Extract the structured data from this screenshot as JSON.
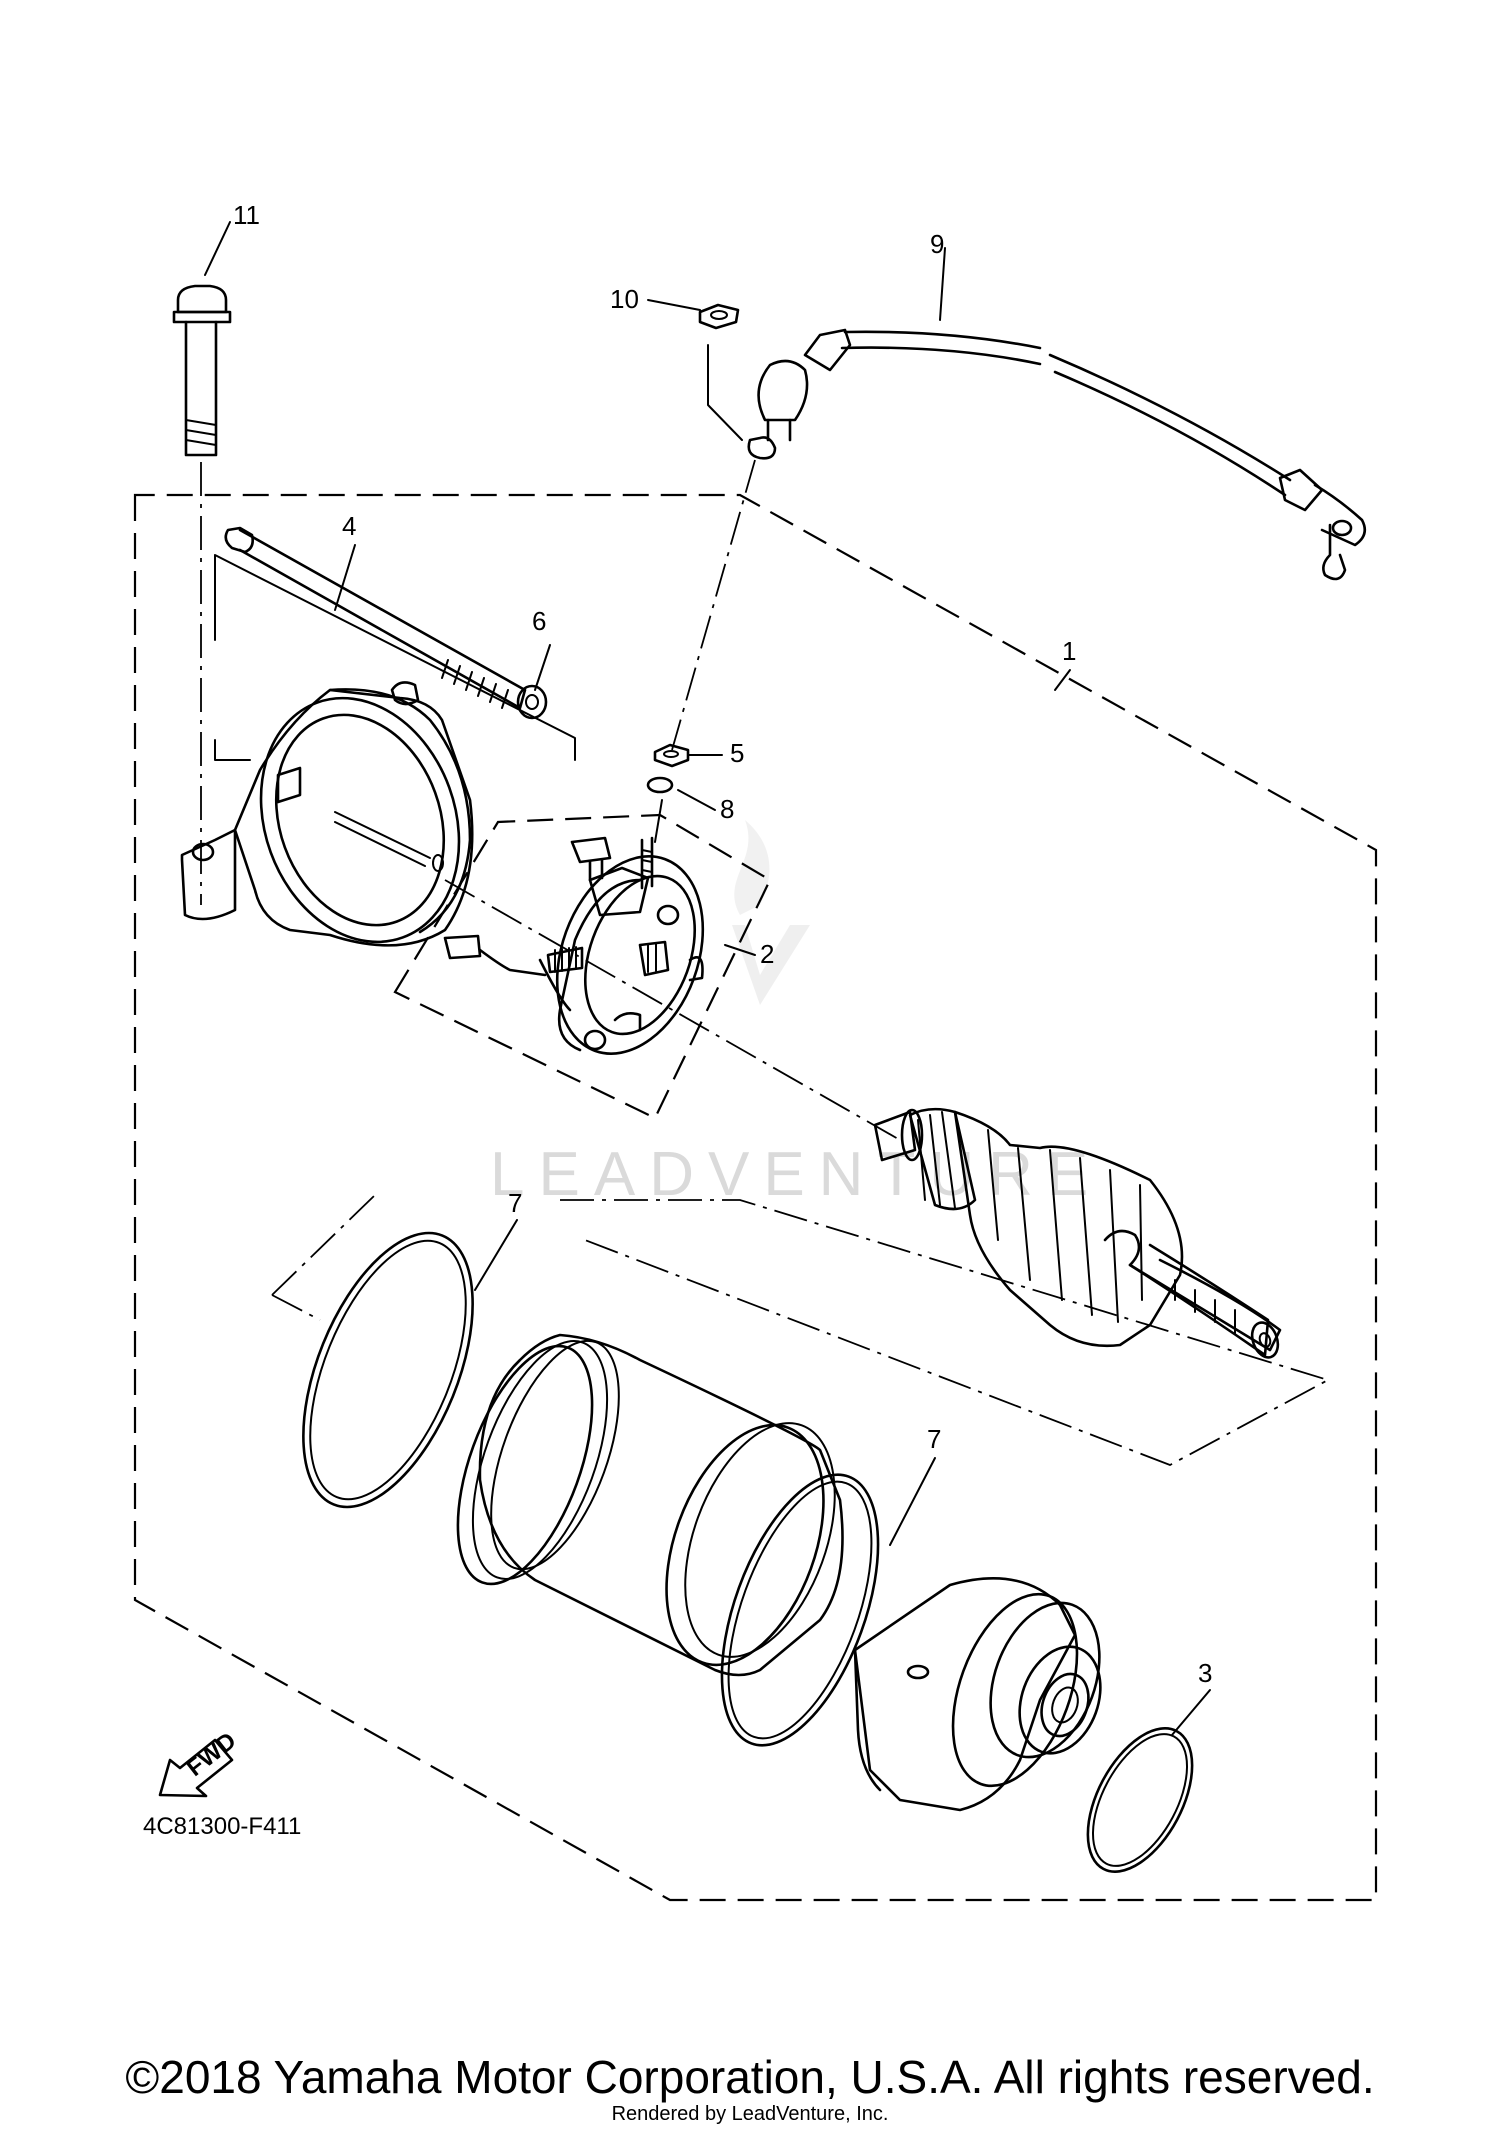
{
  "callouts": {
    "c1": "1",
    "c2": "2",
    "c3": "3",
    "c4": "4",
    "c5": "5",
    "c6": "6",
    "c7a": "7",
    "c7b": "7",
    "c8": "8",
    "c9": "9",
    "c10": "10",
    "c11": "11"
  },
  "fwd_label": "FWD",
  "diagram_code": "4C81300-F411",
  "watermark": "LEADVENTURE",
  "copyright": "©2018 Yamaha Motor Corporation, U.S.A. All rights reserved.",
  "rendered_by": "Rendered by LeadVenture, Inc."
}
